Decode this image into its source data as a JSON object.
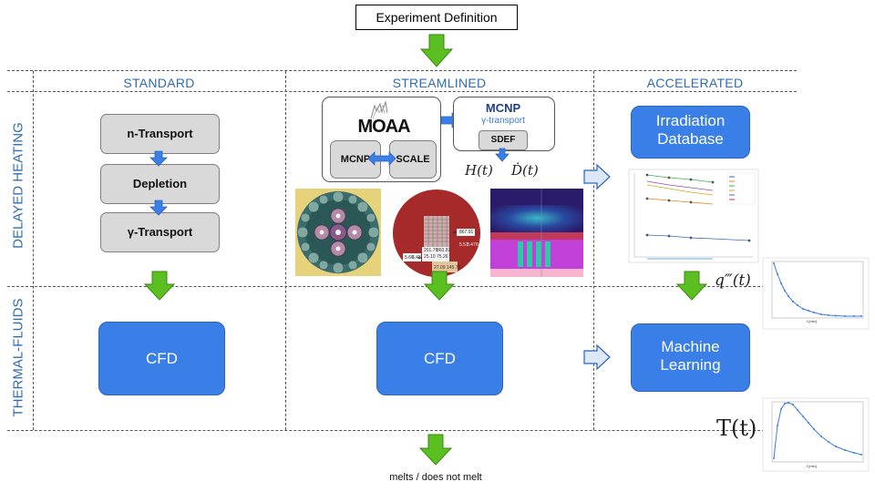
{
  "experiment_definition": "Experiment Definition",
  "columns": {
    "standard": "STANDARD",
    "streamlined": "STREAMLINED",
    "accelerated": "ACCELERATED"
  },
  "rows": {
    "delayed_heating": "DELAYED HEATING",
    "thermal_fluids": "THERMAL-FLUIDS"
  },
  "standard": {
    "step1": "n-Transport",
    "step2": "Depletion",
    "step3": "γ-Transport",
    "cfd": "CFD"
  },
  "streamlined": {
    "moaa_logo": "MOAA",
    "mcnp_inner": "MCNP",
    "scale": "SCALE",
    "mcnp": "MCNP",
    "gamma_transport": "γ-transport",
    "sdef": "SDEF",
    "h_of_t": "H(t)",
    "d_dot_of_t": "Ḋ(t)",
    "cfd": "CFD",
    "model_labels": [
      "201.76",
      "860.82",
      "25.10",
      "75.26",
      "5.60",
      "6.48",
      "27.09",
      "145.78",
      "867.91",
      "5.57",
      "8.47",
      "6.86"
    ]
  },
  "accelerated": {
    "irradiation_database_line1": "Irradiation",
    "irradiation_database_line2": "Database",
    "ml_line1": "Machine",
    "ml_line2": "Learning",
    "q_triple_prime": "q‴(t)",
    "t_of_t": "T(t)",
    "plot_xlabel": "t [min]"
  },
  "outcome": "melts / does not melt",
  "colors": {
    "blue_box": "#3a7ee8",
    "green_arrow": "#5bbf21",
    "header_blue": "#2f6cb1",
    "grey_box": "#d9d9d9",
    "core_red": "#a62a2a"
  }
}
